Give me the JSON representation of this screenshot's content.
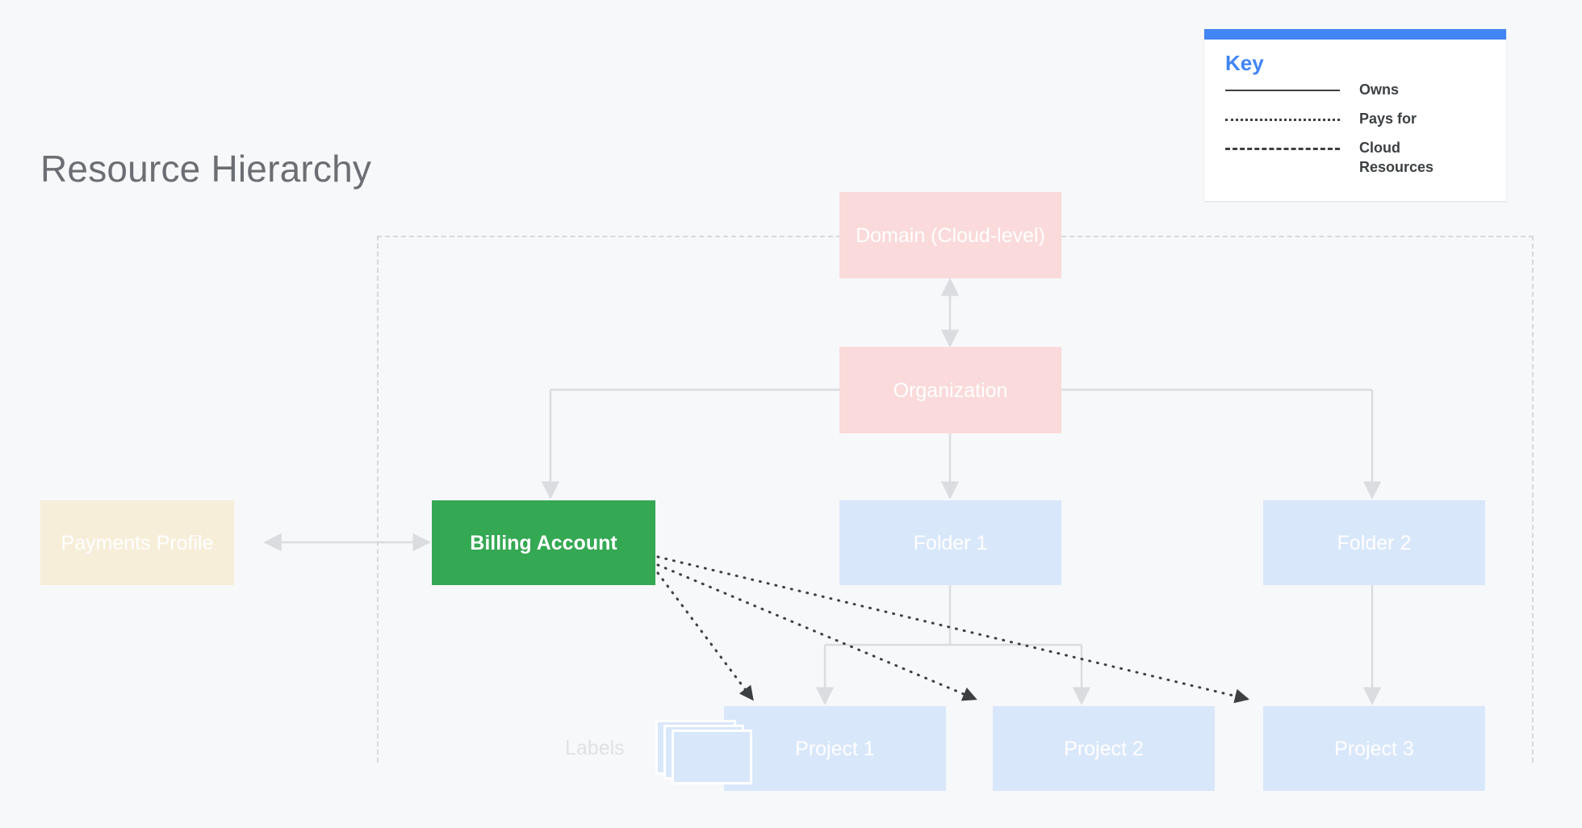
{
  "page": {
    "title": "Resource Hierarchy",
    "background_color": "#f7f8fa"
  },
  "key": {
    "heading": "Key",
    "accent_color": "#4285f4",
    "rows": [
      {
        "style": "solid",
        "label": "Owns"
      },
      {
        "style": "dotted",
        "label": "Pays for"
      },
      {
        "style": "dashed",
        "label": "Cloud Resources"
      }
    ]
  },
  "nodes": {
    "domain": {
      "label": "Domain (Cloud-level)",
      "color": "#fadada"
    },
    "organization": {
      "label": "Organization",
      "color": "#fadada"
    },
    "payments_profile": {
      "label": "Payments Profile",
      "color": "#f7eed9"
    },
    "billing_account": {
      "label": "Billing Account",
      "color": "#34a853"
    },
    "folder1": {
      "label": "Folder 1",
      "color": "#d9e7fb"
    },
    "folder2": {
      "label": "Folder 2",
      "color": "#d9e7fb"
    },
    "project1": {
      "label": "Project 1",
      "color": "#d9e7fb"
    },
    "project2": {
      "label": "Project 2",
      "color": "#d9e7fb"
    },
    "project3": {
      "label": "Project 3",
      "color": "#d9e7fb"
    },
    "labels": {
      "label": "Labels"
    }
  },
  "edges": [
    {
      "from": "domain",
      "to": "organization",
      "type": "owns-bidirectional"
    },
    {
      "from": "organization",
      "to": "billing_account",
      "type": "owns"
    },
    {
      "from": "organization",
      "to": "folder1",
      "type": "owns"
    },
    {
      "from": "organization",
      "to": "folder2",
      "type": "owns"
    },
    {
      "from": "payments_profile",
      "to": "billing_account",
      "type": "owns-bidirectional"
    },
    {
      "from": "folder1",
      "to": "project1",
      "type": "owns"
    },
    {
      "from": "folder1",
      "to": "project2",
      "type": "owns"
    },
    {
      "from": "folder2",
      "to": "project3",
      "type": "owns"
    },
    {
      "from": "billing_account",
      "to": "project1",
      "type": "pays-for"
    },
    {
      "from": "billing_account",
      "to": "project2",
      "type": "pays-for"
    },
    {
      "from": "billing_account",
      "to": "project3",
      "type": "pays-for"
    }
  ],
  "boundary": {
    "label": "Cloud Resources",
    "style": "dashed",
    "color": "#d6d9dc"
  }
}
